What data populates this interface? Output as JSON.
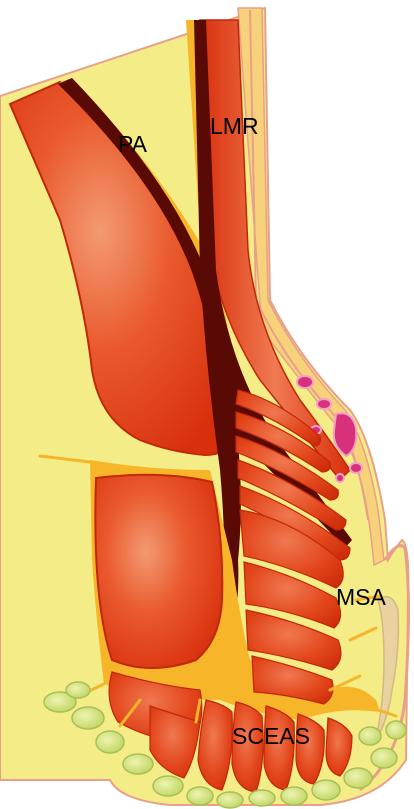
{
  "labels": {
    "pa": "PA",
    "lmr": "LMR",
    "msa": "MSA",
    "sceas": "SCEAS"
  },
  "colors": {
    "background_fat": "#f4ec86",
    "skin_edge": "#e8a08a",
    "muscle": "#e23a12",
    "muscle_highlight": "#f08a62",
    "muscle_outline": "#c0280a",
    "fascia": "#f7b52a",
    "tendon_dark": "#5a0a05",
    "vessel": "#d8307a",
    "vessel_light": "#f2a0c8",
    "gland": "#cfe07a",
    "gland_outline": "#a9bf55",
    "mucosa": "#e8d2a0"
  }
}
